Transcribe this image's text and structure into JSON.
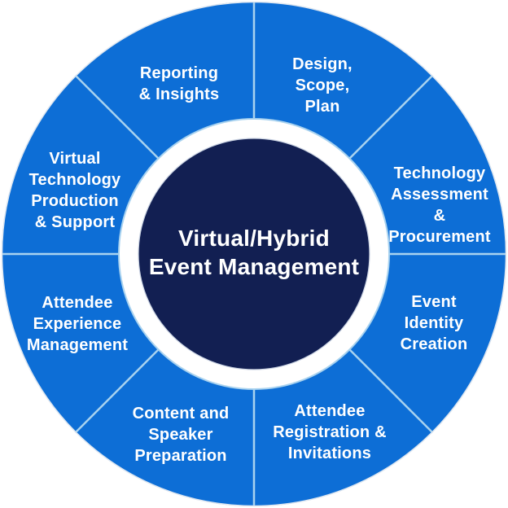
{
  "diagram": {
    "center_label": "Virtual/Hybrid\nEvent Management",
    "segments": [
      {
        "name": "design-scope-plan",
        "label": "Design,\nScope,\nPlan"
      },
      {
        "name": "technology-assessment-procurement",
        "label": "Technology\nAssessment &\nProcurement"
      },
      {
        "name": "event-identity-creation",
        "label": "Event\nIdentity\nCreation"
      },
      {
        "name": "attendee-registration-invitations",
        "label": "Attendee\nRegistration &\nInvitations"
      },
      {
        "name": "content-speaker-preparation",
        "label": "Content and\nSpeaker\nPreparation"
      },
      {
        "name": "attendee-experience-management",
        "label": "Attendee\nExperience\nManagement"
      },
      {
        "name": "virtual-technology-production-support",
        "label": "Virtual\nTechnology\nProduction\n& Support"
      },
      {
        "name": "reporting-insights",
        "label": "Reporting\n& Insights"
      }
    ],
    "colors": {
      "ring_blue": "#0D6ED6",
      "center_navy": "#121F52",
      "divider": "#A8D2EF",
      "label_text": "#FFFFFF",
      "background": "#FFFFFF"
    }
  }
}
